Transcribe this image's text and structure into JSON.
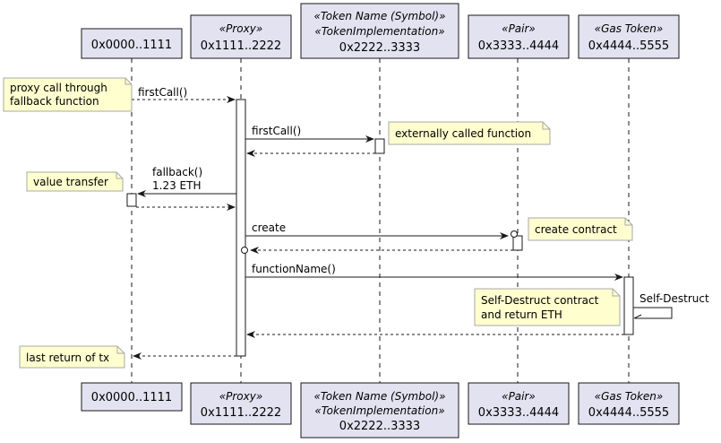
{
  "colors": {
    "participant_fill": "#e2e2f0",
    "participant_stroke": "#181818",
    "note_fill": "#fefece",
    "note_stroke": "#a8a8a8",
    "line": "#181818"
  },
  "participants": [
    {
      "id": "p0",
      "stereotype": "",
      "stereotype2": "",
      "name": "0x0000..1111"
    },
    {
      "id": "p1",
      "stereotype": "«Proxy»",
      "stereotype2": "",
      "name": "0x1111..2222"
    },
    {
      "id": "p2",
      "stereotype": "«Token Name (Symbol)»",
      "stereotype2": "«TokenImplementation»",
      "name": "0x2222..3333"
    },
    {
      "id": "p3",
      "stereotype": "«Pair»",
      "stereotype2": "",
      "name": "0x3333..4444"
    },
    {
      "id": "p4",
      "stereotype": "«Gas Token»",
      "stereotype2": "",
      "name": "0x4444..5555"
    }
  ],
  "messages": [
    {
      "id": "m1",
      "label": "firstCall()",
      "label2": ""
    },
    {
      "id": "m2",
      "label": "firstCall()",
      "label2": ""
    },
    {
      "id": "m3",
      "label": "",
      "label2": ""
    },
    {
      "id": "m4",
      "label": "fallback()",
      "label2": "1.23 ETH"
    },
    {
      "id": "m5",
      "label": "",
      "label2": ""
    },
    {
      "id": "m6",
      "label": "create",
      "label2": ""
    },
    {
      "id": "m7",
      "label": "",
      "label2": ""
    },
    {
      "id": "m8",
      "label": "functionName()",
      "label2": ""
    },
    {
      "id": "m9",
      "label": "Self-Destruct",
      "label2": ""
    },
    {
      "id": "m10",
      "label": "",
      "label2": ""
    },
    {
      "id": "m11",
      "label": "",
      "label2": ""
    }
  ],
  "notes": [
    {
      "id": "n1",
      "line1": "proxy call through",
      "line2": "fallback function"
    },
    {
      "id": "n2",
      "line1": "externally called function",
      "line2": ""
    },
    {
      "id": "n3",
      "line1": "value transfer",
      "line2": ""
    },
    {
      "id": "n4",
      "line1": "create contract",
      "line2": ""
    },
    {
      "id": "n5",
      "line1": "Self-Destruct contract",
      "line2": "and return ETH"
    },
    {
      "id": "n6",
      "line1": "last return of tx",
      "line2": ""
    }
  ]
}
